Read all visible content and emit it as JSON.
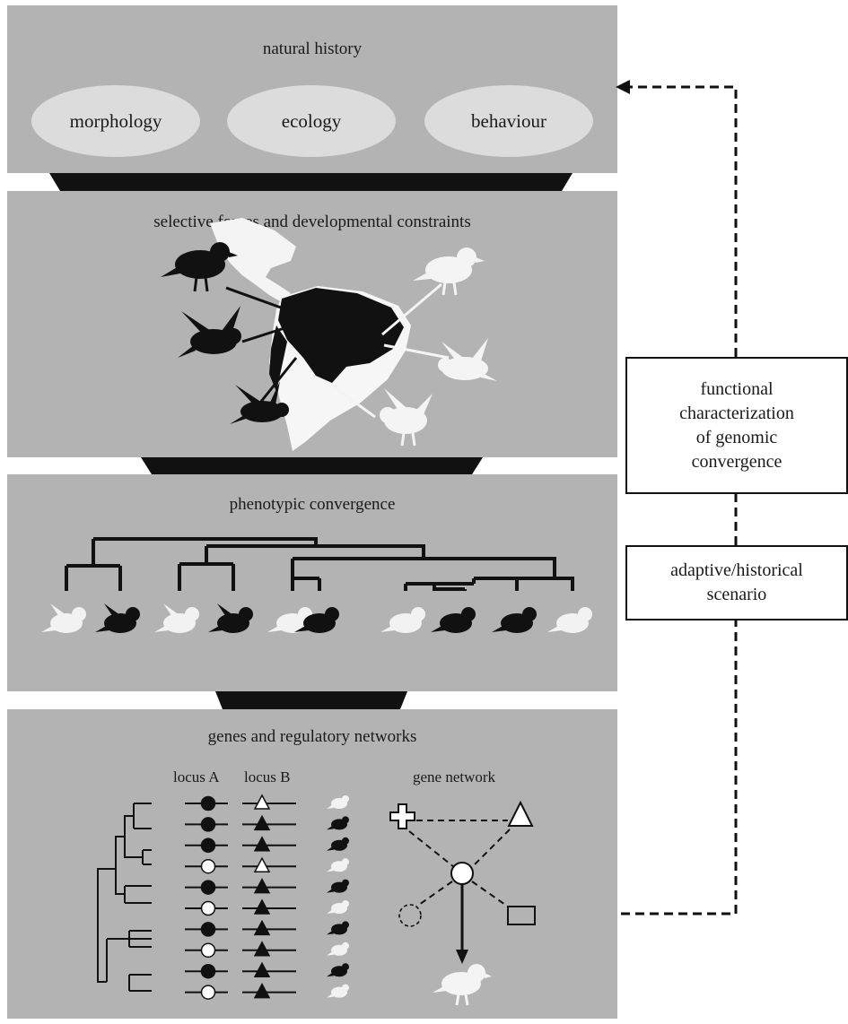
{
  "panels": {
    "natural_history": {
      "title": "natural history",
      "ovals": [
        "morphology",
        "ecology",
        "behaviour"
      ]
    },
    "selective_forces": {
      "title": "selective forces and developmental constraints"
    },
    "phenotypic": {
      "title": "phenotypic convergence"
    },
    "genes": {
      "title": "genes and regulatory networks",
      "locus_a_label": "locus A",
      "locus_b_label": "locus B",
      "network_label": "gene network"
    }
  },
  "side_boxes": {
    "functional": "functional\ncharacterization\nof genomic\nconvergence",
    "adaptive": "adaptive/historical\nscenario"
  },
  "loci_rows": [
    {
      "locus_a": "filled",
      "locus_b": "open",
      "bird": "light"
    },
    {
      "locus_a": "filled",
      "locus_b": "filled",
      "bird": "dark"
    },
    {
      "locus_a": "filled",
      "locus_b": "filled",
      "bird": "dark"
    },
    {
      "locus_a": "open",
      "locus_b": "open",
      "bird": "light"
    },
    {
      "locus_a": "filled",
      "locus_b": "filled",
      "bird": "dark"
    },
    {
      "locus_a": "open",
      "locus_b": "filled",
      "bird": "light"
    },
    {
      "locus_a": "filled",
      "locus_b": "filled",
      "bird": "dark"
    },
    {
      "locus_a": "open",
      "locus_b": "filled",
      "bird": "light"
    },
    {
      "locus_a": "filled",
      "locus_b": "filled",
      "bird": "dark"
    },
    {
      "locus_a": "open",
      "locus_b": "filled",
      "bird": "light"
    }
  ],
  "phylo_tips": [
    "light",
    "dark",
    "light",
    "dark",
    "light",
    "dark",
    "light",
    "dark",
    "dark",
    "light"
  ],
  "colors": {
    "panel": "#b3b3b3",
    "oval": "#dcdcdc",
    "dark": "#111111",
    "light": "#f2f2f2"
  }
}
